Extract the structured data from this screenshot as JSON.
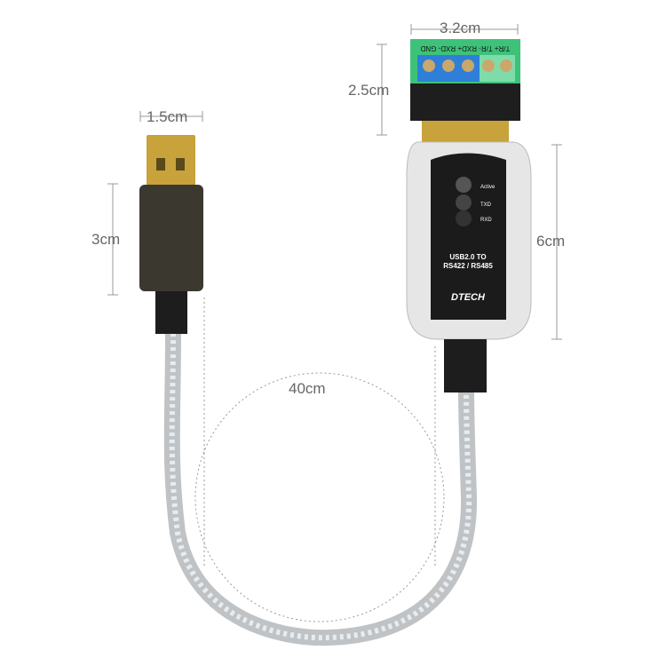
{
  "dimensions": {
    "connector_width": "3.2cm",
    "connector_height": "2.5cm",
    "usb_width": "1.5cm",
    "usb_length": "3cm",
    "body_length": "6cm",
    "cable_length": "40cm"
  },
  "device": {
    "led_labels": [
      "Active",
      "TXD",
      "RXD"
    ],
    "model_line1": "USB2.0 TO",
    "model_line2": "RS422 / RS485",
    "brand": "DTECH",
    "terminal_labels": "T/R+ T/R- RXD+ RXD- GND"
  },
  "colors": {
    "terminal_blue": "#2f7fd8",
    "terminal_green": "#3ec27a",
    "usb_gold": "#c8a23a",
    "body_silver": "#e6e6e6",
    "panel_black": "#1b1b1b"
  }
}
